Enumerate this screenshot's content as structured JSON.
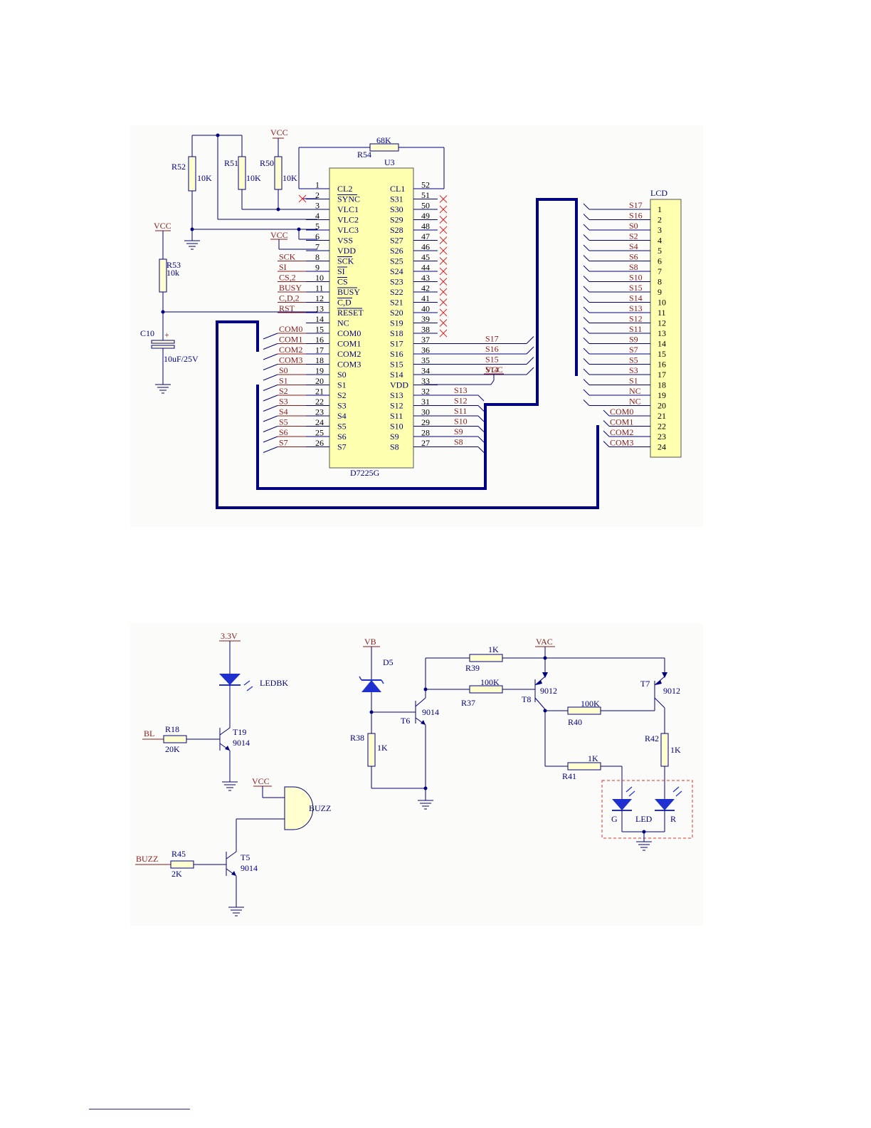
{
  "top_schematic": {
    "resistors": {
      "r52": {
        "ref": "R52",
        "value": "10K"
      },
      "r51": {
        "ref": "R51",
        "value": "10K"
      },
      "r50": {
        "ref": "R50",
        "value": "10K"
      },
      "r54": {
        "ref": "R54",
        "value": "68K"
      },
      "r53": {
        "ref": "R53",
        "value": "10k"
      }
    },
    "capacitor": {
      "ref": "C10",
      "value": "10uF/25V",
      "polarity": "+"
    },
    "power_labels": {
      "vcc_top": "VCC",
      "vcc_left": "VCC",
      "vcc_pin6": "VCC",
      "vcc_pin33": "VCC"
    },
    "ic": {
      "ref": "U3",
      "part": "D7225G",
      "left_pins": [
        {
          "num": "1",
          "name": "CL2"
        },
        {
          "num": "2",
          "name": "SYNC"
        },
        {
          "num": "3",
          "name": "VLC1"
        },
        {
          "num": "4",
          "name": "VLC2"
        },
        {
          "num": "5",
          "name": "VLC3"
        },
        {
          "num": "6",
          "name": "VSS"
        },
        {
          "num": "7",
          "name": "VDD"
        },
        {
          "num": "8",
          "name": "SCK"
        },
        {
          "num": "9",
          "name": "SI"
        },
        {
          "num": "10",
          "name": "CS"
        },
        {
          "num": "11",
          "name": "BUSY"
        },
        {
          "num": "12",
          "name": "C,D"
        },
        {
          "num": "13",
          "name": "RESET"
        },
        {
          "num": "14",
          "name": "NC"
        },
        {
          "num": "15",
          "name": "COM0"
        },
        {
          "num": "16",
          "name": "COM1"
        },
        {
          "num": "17",
          "name": "COM2"
        },
        {
          "num": "18",
          "name": "COM3"
        },
        {
          "num": "19",
          "name": "S0"
        },
        {
          "num": "20",
          "name": "S1"
        },
        {
          "num": "21",
          "name": "S2"
        },
        {
          "num": "22",
          "name": "S3"
        },
        {
          "num": "23",
          "name": "S4"
        },
        {
          "num": "24",
          "name": "S5"
        },
        {
          "num": "25",
          "name": "S6"
        },
        {
          "num": "26",
          "name": "S7"
        }
      ],
      "right_pins": [
        {
          "num": "52",
          "name": "CL1"
        },
        {
          "num": "51",
          "name": "S31"
        },
        {
          "num": "50",
          "name": "S30"
        },
        {
          "num": "49",
          "name": "S29"
        },
        {
          "num": "48",
          "name": "S28"
        },
        {
          "num": "47",
          "name": "S27"
        },
        {
          "num": "46",
          "name": "S26"
        },
        {
          "num": "45",
          "name": "S25"
        },
        {
          "num": "44",
          "name": "S24"
        },
        {
          "num": "43",
          "name": "S23"
        },
        {
          "num": "42",
          "name": "S22"
        },
        {
          "num": "41",
          "name": "S21"
        },
        {
          "num": "40",
          "name": "S20"
        },
        {
          "num": "39",
          "name": "S19"
        },
        {
          "num": "38",
          "name": "S18"
        },
        {
          "num": "37",
          "name": "S17"
        },
        {
          "num": "36",
          "name": "S16"
        },
        {
          "num": "35",
          "name": "S15"
        },
        {
          "num": "34",
          "name": "S14"
        },
        {
          "num": "33",
          "name": "VDD"
        },
        {
          "num": "32",
          "name": "S13"
        },
        {
          "num": "31",
          "name": "S12"
        },
        {
          "num": "30",
          "name": "S11"
        },
        {
          "num": "29",
          "name": "S10"
        },
        {
          "num": "28",
          "name": "S9"
        },
        {
          "num": "27",
          "name": "S8"
        }
      ]
    },
    "left_net_labels": [
      "SCK",
      "SI",
      "CS,2",
      "BUSY",
      "C,D,2",
      "RST",
      "",
      "COM0",
      "COM1",
      "COM2",
      "COM3",
      "S0",
      "S1",
      "S2",
      "S3",
      "S4",
      "S5",
      "S6",
      "S7"
    ],
    "right_net_labels_upper": [
      "S17",
      "S16",
      "S15",
      "S14"
    ],
    "right_net_labels_lower": [
      "S13",
      "S12",
      "S11",
      "S10",
      "S9",
      "S8"
    ],
    "lcd": {
      "ref": "LCD",
      "pins": [
        {
          "num": "1",
          "net": "S17"
        },
        {
          "num": "2",
          "net": "S16"
        },
        {
          "num": "3",
          "net": "S0"
        },
        {
          "num": "4",
          "net": "S2"
        },
        {
          "num": "5",
          "net": "S4"
        },
        {
          "num": "6",
          "net": "S6"
        },
        {
          "num": "7",
          "net": "S8"
        },
        {
          "num": "8",
          "net": "S10"
        },
        {
          "num": "9",
          "net": "S15"
        },
        {
          "num": "10",
          "net": "S14"
        },
        {
          "num": "11",
          "net": "S13"
        },
        {
          "num": "12",
          "net": "S12"
        },
        {
          "num": "13",
          "net": "S11"
        },
        {
          "num": "14",
          "net": "S9"
        },
        {
          "num": "15",
          "net": "S7"
        },
        {
          "num": "16",
          "net": "S5"
        },
        {
          "num": "17",
          "net": "S3"
        },
        {
          "num": "18",
          "net": "S1"
        },
        {
          "num": "19",
          "net": "NC"
        },
        {
          "num": "20",
          "net": "NC"
        },
        {
          "num": "21",
          "net": "COM0"
        },
        {
          "num": "22",
          "net": "COM1"
        },
        {
          "num": "23",
          "net": "COM2"
        },
        {
          "num": "24",
          "net": "COM3"
        }
      ]
    }
  },
  "bottom_schematic": {
    "power": {
      "v33": "3.3V",
      "vcc": "VCC",
      "vb": "VB",
      "vac": "VAC"
    },
    "backlight": {
      "led": "LEDBK",
      "input": "BL",
      "r_ref": "R18",
      "r_val": "20K",
      "t_ref": "T19",
      "t_part": "9014"
    },
    "buzzer": {
      "label": "BUZZ",
      "input": "BUZZ",
      "r_ref": "R45",
      "r_val": "2K",
      "t_ref": "T5",
      "t_part": "9014"
    },
    "led_driver": {
      "d5": "D5",
      "r38": {
        "ref": "R38",
        "value": "1K"
      },
      "t6": {
        "ref": "T6",
        "part": "9014"
      },
      "r39": {
        "ref": "R39",
        "value": "1K"
      },
      "r37": {
        "ref": "R37",
        "value": "100K"
      },
      "t8": {
        "ref": "T8",
        "part": "9012"
      },
      "r40": {
        "ref": "R40",
        "value": "100K"
      },
      "t7": {
        "ref": "T7",
        "part": "9012"
      },
      "r41": {
        "ref": "R41",
        "value": "1K"
      },
      "r42": {
        "ref": "R42",
        "value": "1K"
      },
      "led": {
        "label": "LED",
        "green": "G",
        "red": "R"
      }
    }
  },
  "colors": {
    "wire": "#000080",
    "net_label": "#8b1a1a",
    "chip_fill": "#ffffb0",
    "no_connect": "#e02020",
    "led_box": "#e03030"
  }
}
